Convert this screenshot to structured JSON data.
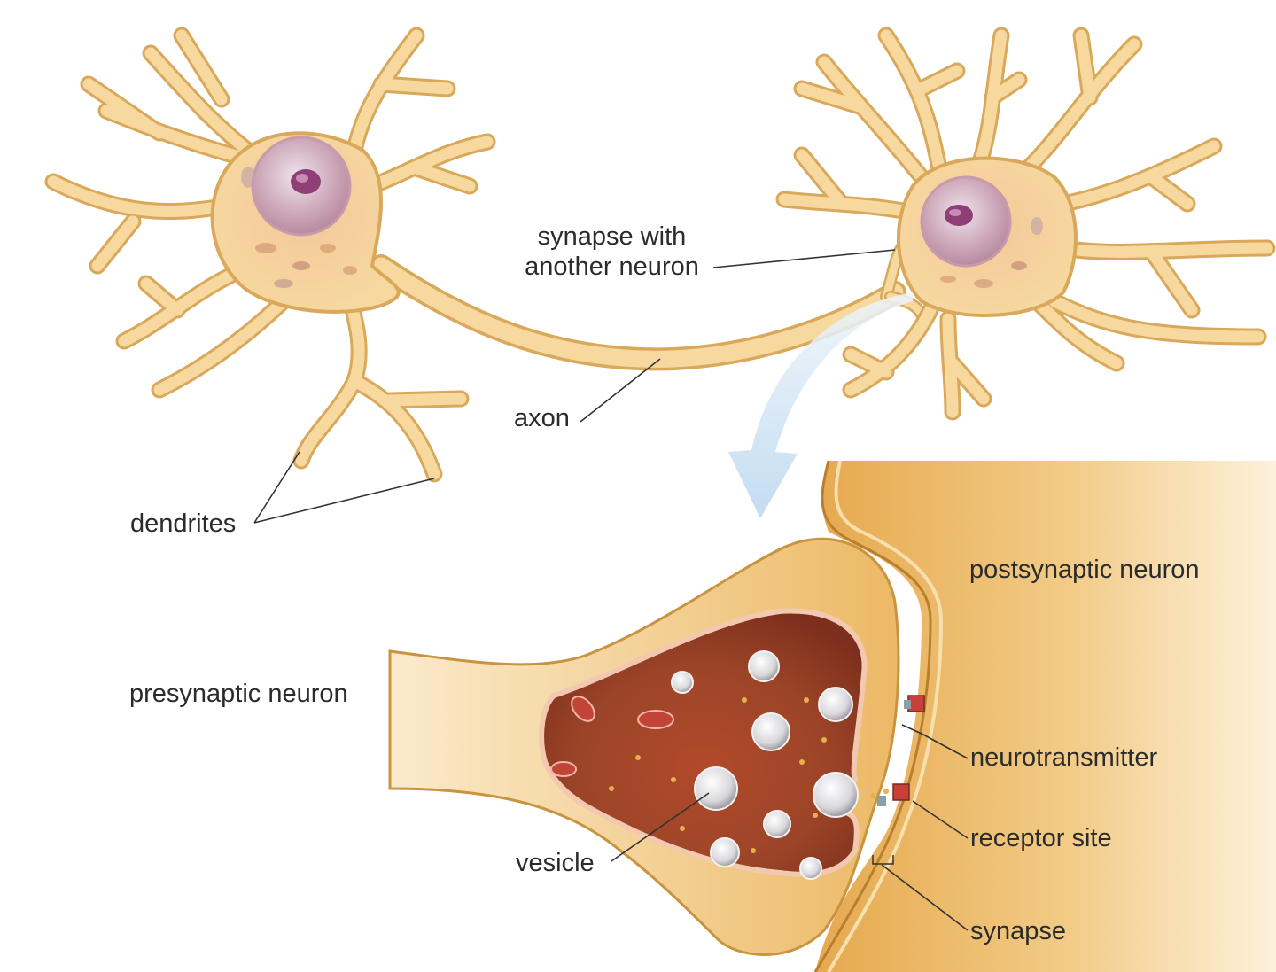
{
  "labels": {
    "synapse_with_another_neuron_line1": "synapse with",
    "synapse_with_another_neuron_line2": "another neuron",
    "axon": "axon",
    "dendrites": "dendrites",
    "postsynaptic_neuron": "postsynaptic neuron",
    "presynaptic_neuron": "presynaptic neuron",
    "neurotransmitter": "neurotransmitter",
    "receptor_site": "receptor site",
    "vesicle": "vesicle",
    "synapse": "synapse"
  },
  "colors": {
    "neuron_fill": "#f7d9a0",
    "neuron_outline": "#d9a85a",
    "nucleus": "#c9a3b4",
    "nucleolus": "#8e3f78",
    "terminal_interior": "#9a3f26",
    "postsynaptic_fill": "#eab35e",
    "vesicle": "#e9e9ec",
    "arrow": "#cfe3f3",
    "leader_line": "#333333"
  }
}
